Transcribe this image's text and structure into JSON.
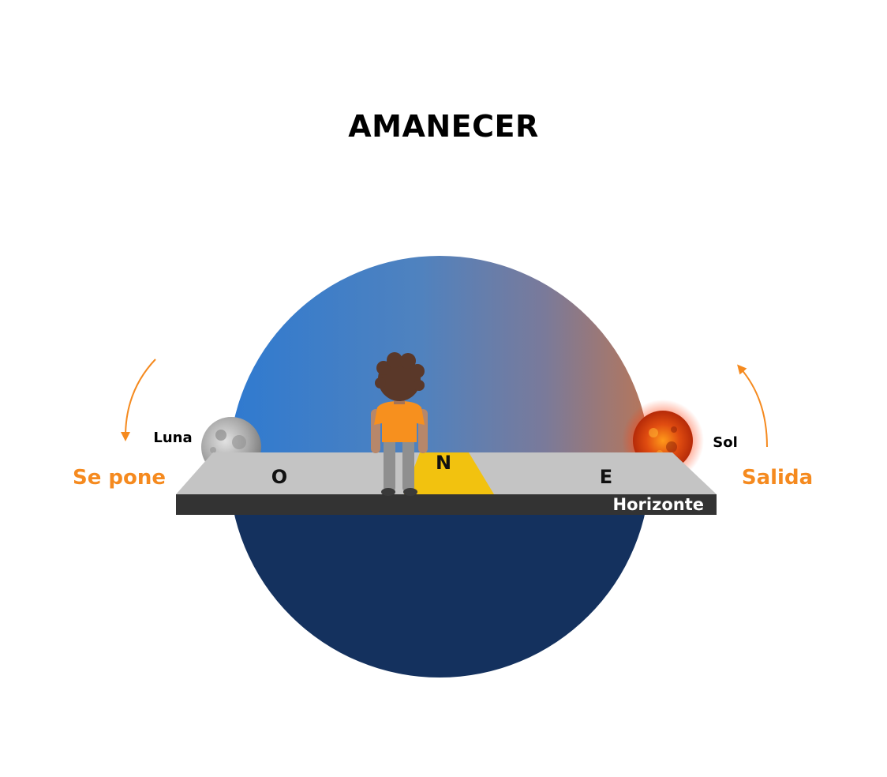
{
  "title": "AMANECER",
  "moon_label": "Luna",
  "sun_label": "Sol",
  "left_direction_label": "Se pone",
  "right_direction_label": "Salida",
  "compass": {
    "west": "O",
    "north": "N",
    "east": "E"
  },
  "horizon_label": "Horizonte",
  "colors": {
    "accent_orange": "#f58a1f",
    "sky_day_blue": "#3a7fcc",
    "sky_dawn": "#b27158",
    "night_sky": "#14315e",
    "ground": "#c4c4c4",
    "horizon_band": "#333333",
    "north_marker": "#f2c20f",
    "shirt": "#f7901e",
    "hair": "#5a3829",
    "pants": "#909090"
  },
  "icons": {
    "moon": "moon-icon",
    "sun": "sun-icon",
    "person": "person-figure",
    "arrow_left": "curved-arrow-down-icon",
    "arrow_right": "curved-arrow-up-icon"
  }
}
